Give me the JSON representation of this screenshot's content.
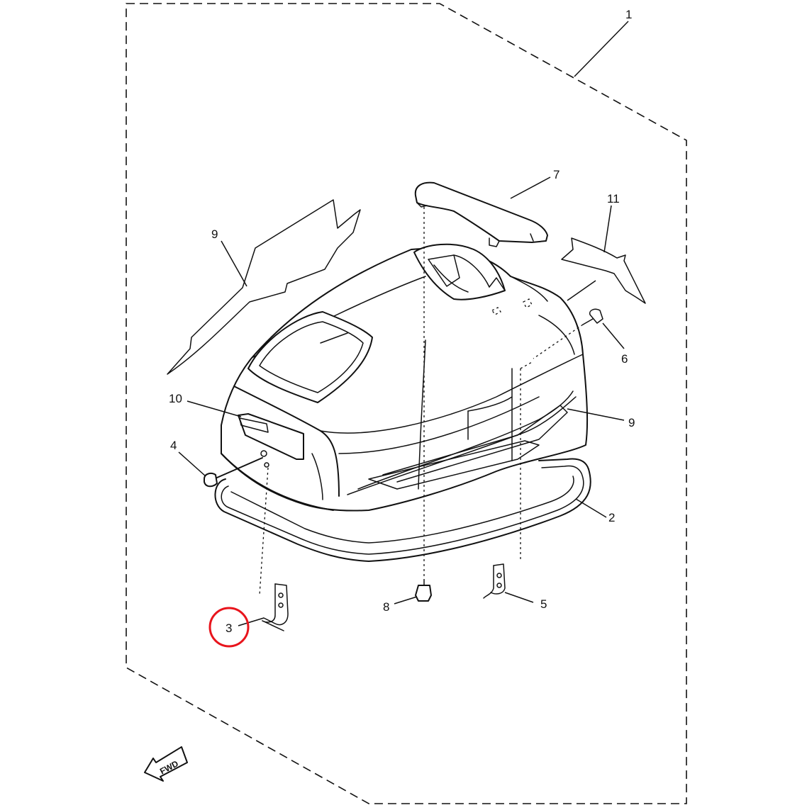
{
  "diagram": {
    "callouts": [
      {
        "key": "1",
        "text": "1"
      },
      {
        "key": "2",
        "text": "2"
      },
      {
        "key": "3",
        "text": "3"
      },
      {
        "key": "4",
        "text": "4"
      },
      {
        "key": "5",
        "text": "5"
      },
      {
        "key": "6",
        "text": "6"
      },
      {
        "key": "7",
        "text": "7"
      },
      {
        "key": "8",
        "text": "8"
      },
      {
        "key": "9a",
        "text": "9"
      },
      {
        "key": "9b",
        "text": "9"
      },
      {
        "key": "10",
        "text": "10"
      },
      {
        "key": "11",
        "text": "11"
      }
    ],
    "fwd_label": "FWD",
    "highlight": {
      "callout": "3",
      "color": "#e8141c"
    },
    "colors": {
      "line": "#111111",
      "background": "#ffffff"
    }
  }
}
